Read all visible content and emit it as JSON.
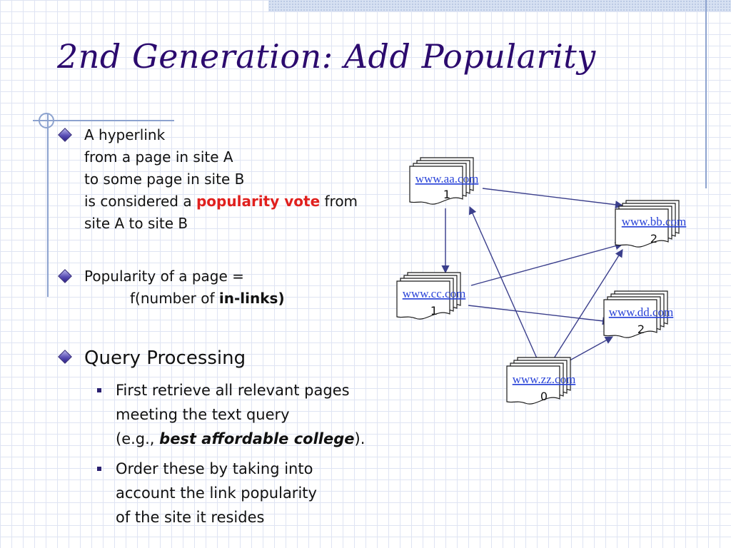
{
  "slide": {
    "title": "2nd Generation: Add Popularity",
    "bullet1": {
      "lines": [
        "A hyperlink",
        "from a page in site A",
        "to some page in site B"
      ],
      "line4_prefix": "is considered a ",
      "line4_highlight": "popularity vote",
      "line4_suffix": " from",
      "line5": "site A to site B"
    },
    "bullet2": {
      "line1": "Popularity of a page =",
      "line2_prefix": "f(number of ",
      "line2_bold": "in-links)"
    },
    "bullet3": {
      "heading": "Query Processing",
      "sub1": {
        "line1": "First retrieve all relevant pages",
        "line2": "meeting the text query",
        "line3_prefix": "(e.g., ",
        "line3_bold": "best affordable college",
        "line3_suffix": ")."
      },
      "sub2": {
        "lines": [
          "Order these by taking into",
          "account the link popularity",
          "of the site it resides"
        ]
      }
    }
  },
  "diagram": {
    "nodes": [
      {
        "id": "aa",
        "label": "www.aa.com",
        "count": "1"
      },
      {
        "id": "bb",
        "label": "www.bb.com",
        "count": "2"
      },
      {
        "id": "cc",
        "label": "www.cc.com",
        "count": "1"
      },
      {
        "id": "dd",
        "label": "www.dd.com",
        "count": "2"
      },
      {
        "id": "zz",
        "label": "www.zz.com",
        "count": "0"
      }
    ],
    "edges": [
      {
        "from": "aa",
        "to": "bb"
      },
      {
        "from": "aa",
        "to": "cc"
      },
      {
        "from": "cc",
        "to": "bb"
      },
      {
        "from": "cc",
        "to": "dd"
      },
      {
        "from": "zz",
        "to": "aa"
      },
      {
        "from": "zz",
        "to": "bb"
      },
      {
        "from": "zz",
        "to": "dd"
      }
    ],
    "colors": {
      "link": "#2a44d8",
      "edge": "#3b3f8c"
    }
  }
}
